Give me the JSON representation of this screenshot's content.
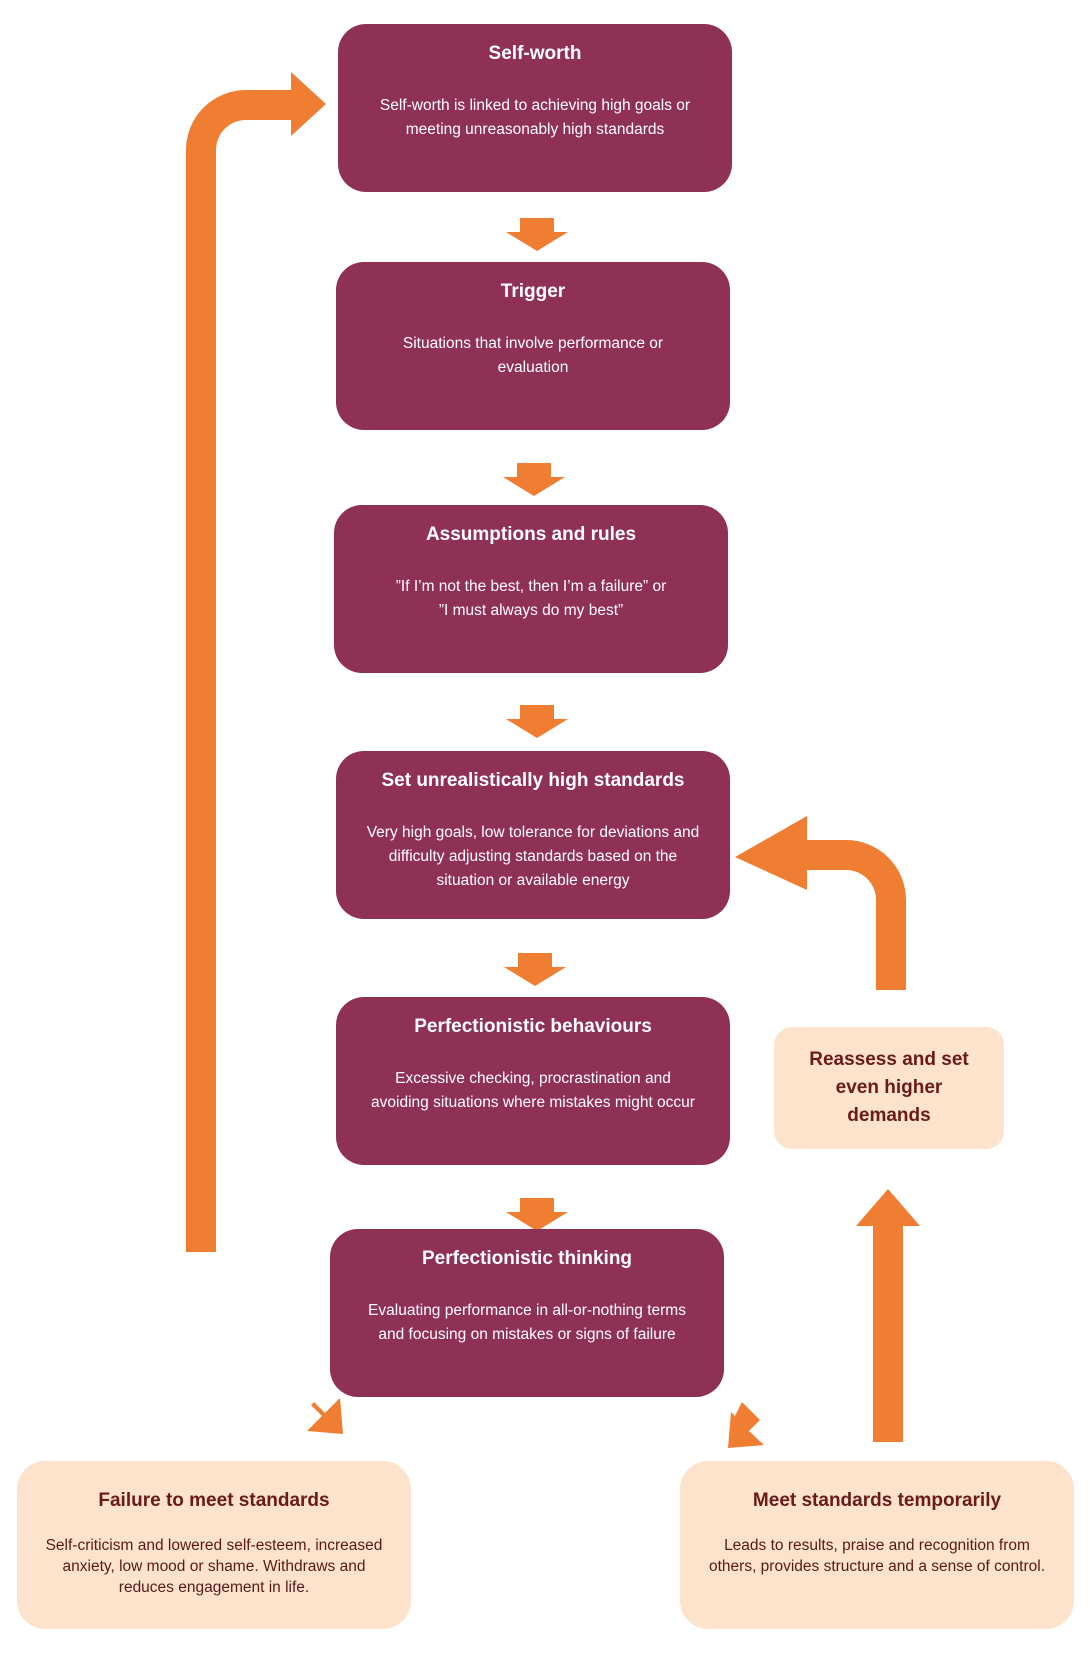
{
  "colors": {
    "box_dark": "#8f3055",
    "box_light": "#fde3cc",
    "arrow": "#ef7d32",
    "text_light_box": "#6a1a1a"
  },
  "boxes": {
    "self_worth": {
      "title": "Self-worth",
      "body": "Self-worth is linked to achieving high goals or meeting unreasonably high standards"
    },
    "trigger": {
      "title": "Trigger",
      "body": "Situations that involve performance or evaluation"
    },
    "assumptions": {
      "title": "Assumptions and rules",
      "body": "”If I’m not the best, then I’m a failure” or ”I must always do my best”"
    },
    "standards": {
      "title": "Set unrealistically high standards",
      "body": "Very high goals, low tolerance for deviations and difficulty adjusting standards based on the situation or available energy"
    },
    "behaviours": {
      "title": "Perfectionistic behaviours",
      "body": "Excessive checking, procrastination and avoiding situations where mistakes might occur"
    },
    "thinking": {
      "title": "Perfectionistic thinking",
      "body": "Evaluating performance in all-or-nothing terms and focusing on mistakes or signs of failure"
    },
    "failure": {
      "title": "Failure to meet standards",
      "body": "Self-criticism and lowered self-esteem, increased anxiety, low mood or shame. Withdraws and reduces engagement in life."
    },
    "meet": {
      "title": "Meet standards temporarily",
      "body": "Leads to results, praise and recognition from others, provides structure and a sense of control."
    },
    "reassess": {
      "title": "Reassess and set even higher demands"
    }
  }
}
